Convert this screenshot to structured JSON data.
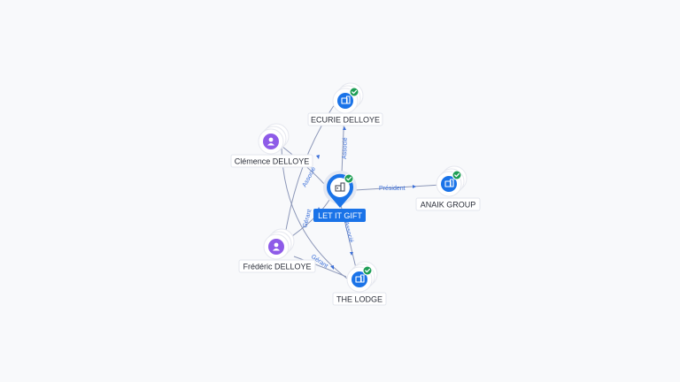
{
  "center": {
    "name": "LET IT GIFT",
    "icon": "company-icon",
    "verified": true
  },
  "nodes": [
    {
      "id": "ecurie",
      "name": "ECURIE DELLOYE",
      "kind": "company",
      "icon": "building-icon",
      "verified": true
    },
    {
      "id": "anaik",
      "name": "ANAIK GROUP",
      "kind": "company",
      "icon": "building-icon",
      "verified": true
    },
    {
      "id": "lodge",
      "name": "THE LODGE",
      "kind": "company",
      "icon": "building-icon",
      "verified": true
    },
    {
      "id": "clemence",
      "name": "Clémence DELLOYE",
      "kind": "person",
      "icon": "person-icon"
    },
    {
      "id": "frederic",
      "name": "Frédéric DELLOYE",
      "kind": "person",
      "icon": "person-icon"
    }
  ],
  "edges": [
    {
      "from": "center",
      "to": "ecurie",
      "label": "Associé"
    },
    {
      "from": "center",
      "to": "anaik",
      "label": "Président"
    },
    {
      "from": "center",
      "to": "lodge",
      "label": "Associé"
    },
    {
      "from": "clemence",
      "to": "center",
      "label": "Associé"
    },
    {
      "from": "frederic",
      "to": "center",
      "label": "Gérant"
    },
    {
      "from": "frederic",
      "to": "lodge",
      "label": "Gérant"
    }
  ],
  "colors": {
    "company": "#1a73e8",
    "person": "#8e5be8",
    "verified": "#1e9e55",
    "edge_label": "#3b6fd8",
    "background": "#f8f9fb"
  }
}
